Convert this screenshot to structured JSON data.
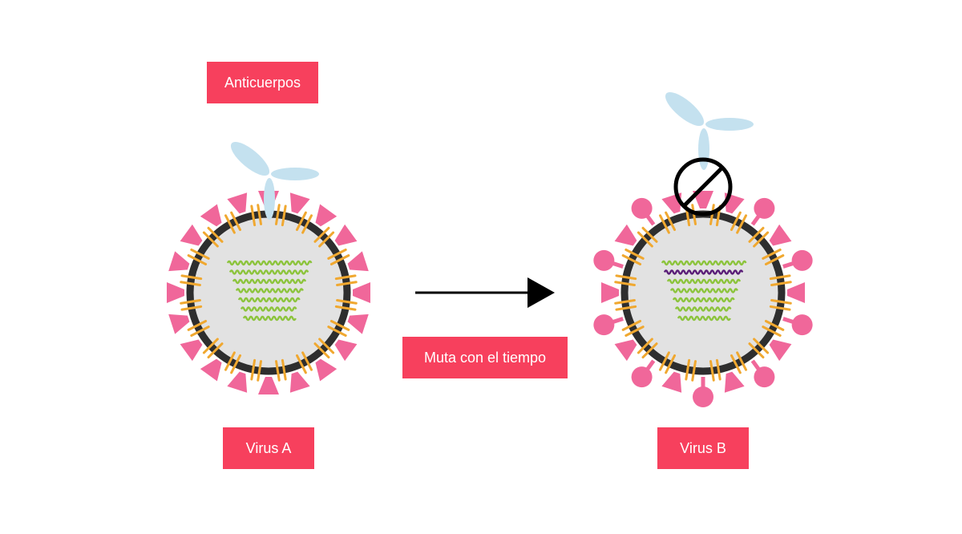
{
  "labels": {
    "antibodies": "Anticuerpos",
    "mutates": "Muta con el tiempo",
    "virus_a": "Virus A",
    "virus_b": "Virus B"
  },
  "colors": {
    "label_bg": "#f7405d",
    "label_text": "#ffffff",
    "spike": "#f0679a",
    "envelope": "#2e2e2e",
    "interior": "#e2e2e2",
    "orange_protein": "#f0a830",
    "rna_green": "#8cc43c",
    "rna_mutated": "#5a1e78",
    "antibody": "#c4e1ef",
    "arrow": "#000000"
  },
  "icons": {
    "blocked": "prohibition-icon",
    "arrow": "arrow-right-icon"
  }
}
